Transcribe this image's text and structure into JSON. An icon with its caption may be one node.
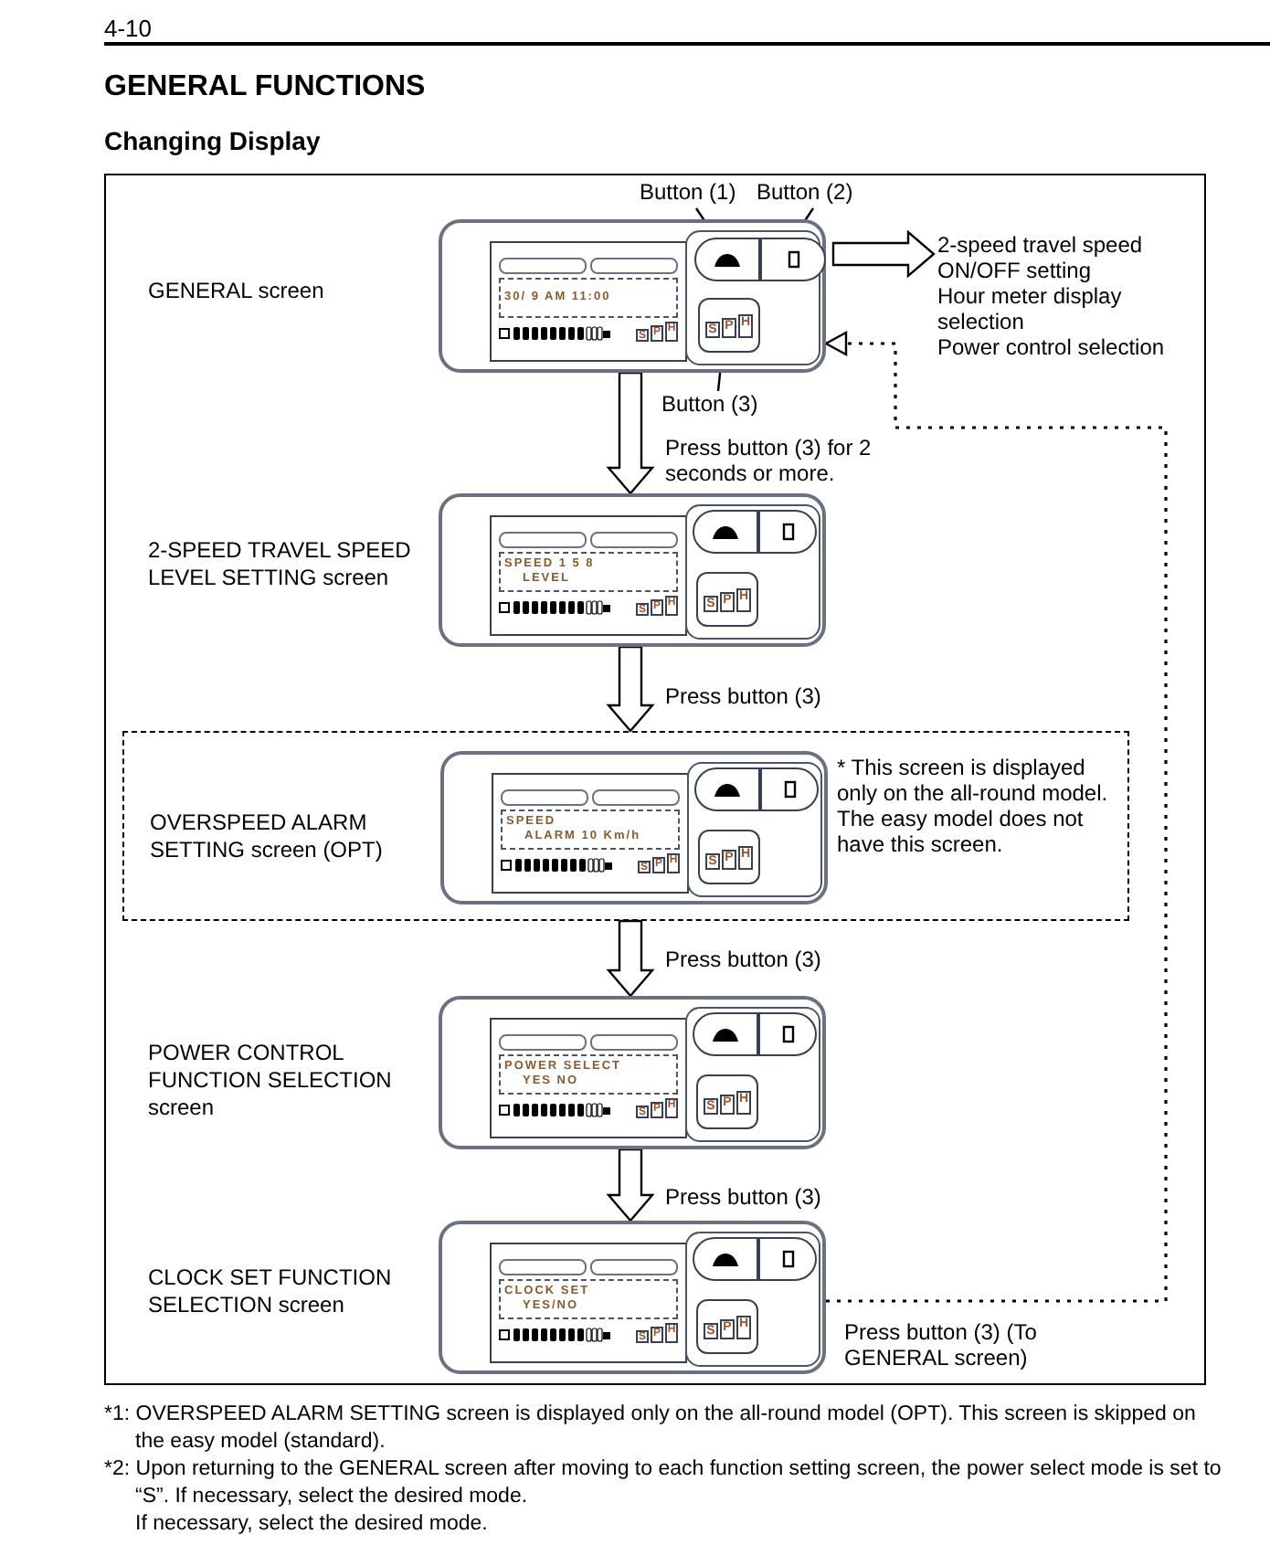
{
  "diagram": {
    "title": "GENERAL FUNCTIONS",
    "nodes": [
      {
        "text": [
          "Button (1)"
        ]
      },
      {
        "text": [
          "Button (2)"
        ]
      },
      {
        "text": [
          "30/ 9 AM 11:00",
          "S",
          "P",
          "H"
        ]
      },
      {
        "text": [],
        "shape": "button",
        "in": 2
      },
      {
        "text": [],
        "shape": "button",
        "in": 2
      },
      {
        "text": [
          "S",
          "P",
          "H"
        ],
        "in": 2
      },
      {
        "text": [
          "Button (3)"
        ]
      },
      {
        "text": [
          "2-speed travel speed ON/OFF setting",
          "Hour meter display selection",
          "Power control selection"
        ]
      },
      {
        "text": [
          "SPEED 1 5 8",
          "LEVEL",
          "S",
          "P",
          "H",
          "S",
          "P",
          "H"
        ],
        "beside": [
          "2-SPEED TRAVEL SPEED LEVEL SETTING screen"
        ]
      },
      {
        "text": [
          "OVERSPEED ALARM SETTING screen (OPT)",
          "* This screen is displayed only on the all-round model. The easy model does not have this screen."
        ]
      },
      {
        "text": [
          "SPEED",
          "ALARM 10 Km/h",
          "S",
          "P",
          "H",
          "S",
          "P",
          "H"
        ],
        "in": 9
      },
      {
        "text": [
          "POWER SELECT",
          "YES NO",
          "S",
          "P",
          "H",
          "S",
          "P",
          "H"
        ],
        "beside": [
          "POWER CONTROL FUNCTION SELECTION screen"
        ]
      },
      {
        "text": [
          "CLOCK SET",
          "YES/NO",
          "S",
          "P",
          "H",
          "S",
          "P",
          "H"
        ],
        "beside": [
          "CLOCK SET FUNCTION SELECTION screen"
        ]
      }
    ],
    "edges": [
      {
        "from": 0,
        "to": 3,
        "arrow": "none"
      },
      {
        "from": 1,
        "to": 4,
        "arrow": "none"
      },
      {
        "from": 6,
        "to": 5,
        "arrow": "none"
      },
      {
        "from": 2,
        "to": 7,
        "arrow": "to"
      },
      {
        "from": 2,
        "to": 8,
        "arrow": "to",
        "label": "Press button (3) for 2 seconds or more."
      },
      {
        "from": 8,
        "to": 9,
        "arrow": "to",
        "label": "Press button (3)"
      },
      {
        "from": 9,
        "to": 11,
        "arrow": "to",
        "label": "Press button (3)"
      },
      {
        "from": 11,
        "to": 12,
        "arrow": "to",
        "label": "Press button (3)"
      },
      {
        "from": 12,
        "to": 2,
        "arrow": "to",
        "style": "dashed",
        "label": "Press button (3) (To GENERAL screen)"
      }
    ],
    "labels": [
      "4-10",
      "Changing Display",
      "GENERAL screen",
      "*1: OVERSPEED ALARM SETTING screen is displayed only on the all-round model (OPT). This screen is skipped on the easy model (standard).",
      "*2: Upon returning to the GENERAL screen after moving to each function setting screen, the power select mode is set to “S”. If necessary, select the desired mode.",
      "If necessary, select the desired mode."
    ]
  }
}
